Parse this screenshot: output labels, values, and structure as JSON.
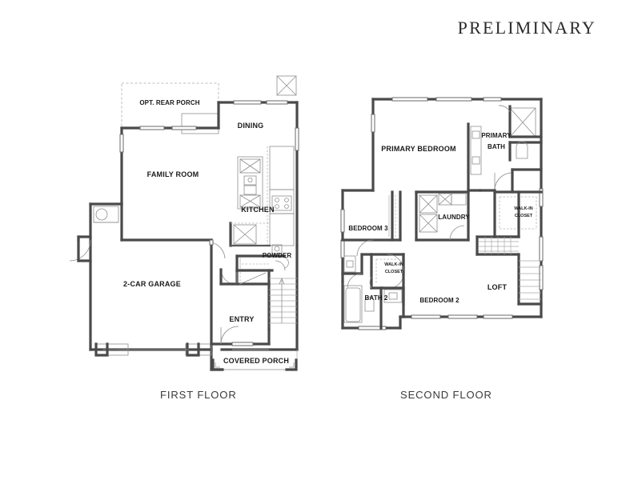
{
  "document": {
    "title": "PRELIMINARY",
    "sheet_type": "floor-plan"
  },
  "captions": {
    "first_floor": "FIRST FLOOR",
    "second_floor": "SECOND FLOOR"
  },
  "first_floor": {
    "label": "FIRST FLOOR",
    "rooms": [
      {
        "id": "opt-rear-porch",
        "label": "OPT. REAR PORCH",
        "optional": true
      },
      {
        "id": "dining",
        "label": "DINING",
        "optional": false
      },
      {
        "id": "family-room",
        "label": "FAMILY ROOM",
        "optional": false
      },
      {
        "id": "kitchen",
        "label": "KITCHEN",
        "optional": false
      },
      {
        "id": "powder",
        "label": "POWDER",
        "optional": false
      },
      {
        "id": "garage",
        "label": "2-CAR GARAGE",
        "optional": false
      },
      {
        "id": "entry",
        "label": "ENTRY",
        "optional": false
      },
      {
        "id": "covered-porch",
        "label": "COVERED PORCH",
        "optional": false
      }
    ]
  },
  "second_floor": {
    "label": "SECOND FLOOR",
    "rooms": [
      {
        "id": "primary-bedroom",
        "label": "PRIMARY BEDROOM",
        "optional": false
      },
      {
        "id": "primary-bath-line1",
        "label": "PRIMARY",
        "optional": false
      },
      {
        "id": "primary-bath-line2",
        "label": "BATH",
        "optional": false
      },
      {
        "id": "bedroom-3",
        "label": "BEDROOM 3",
        "optional": false
      },
      {
        "id": "laundry",
        "label": "LAUNDRY",
        "optional": false
      },
      {
        "id": "walk-in-closet-primary-line1",
        "label": "WALK-IN",
        "optional": false
      },
      {
        "id": "walk-in-closet-primary-line2",
        "label": "CLOSET",
        "optional": false
      },
      {
        "id": "walk-in-closet-small-line1",
        "label": "WALK-IN",
        "optional": false
      },
      {
        "id": "walk-in-closet-small-line2",
        "label": "CLOSET",
        "optional": false
      },
      {
        "id": "bath-2",
        "label": "BATH 2",
        "optional": false
      },
      {
        "id": "bedroom-2",
        "label": "BEDROOM 2",
        "optional": false
      },
      {
        "id": "loft",
        "label": "LOFT",
        "optional": false
      }
    ]
  },
  "colors": {
    "wall": "#4a4a4a",
    "thin_line": "#8e8e8e",
    "dashed_optional": "#bdbdbd",
    "text": "#1a1a1a",
    "title_text": "#2b2b2b",
    "background": "#ffffff"
  }
}
